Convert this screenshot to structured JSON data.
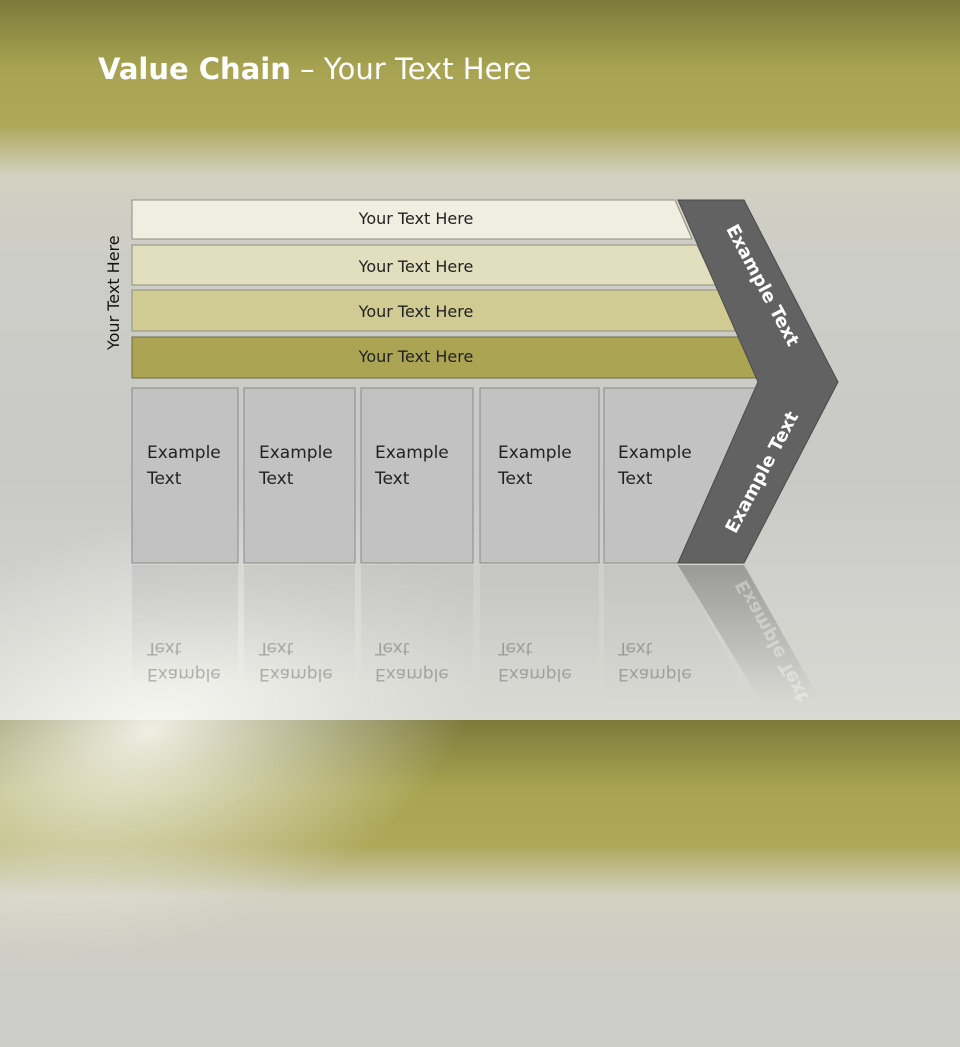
{
  "title": {
    "bold": "Value Chain",
    "rest": " – Your Text Here"
  },
  "side_label": "Your Text Here",
  "bands": [
    "Your Text Here",
    "Your Text Here",
    "Your Text Here",
    "Your Text Here"
  ],
  "boxes": [
    {
      "line1": "Example",
      "line2": "Text"
    },
    {
      "line1": "Example",
      "line2": "Text"
    },
    {
      "line1": "Example",
      "line2": "Text"
    },
    {
      "line1": "Example",
      "line2": "Text"
    },
    {
      "line1": "Example",
      "line2": "Text"
    }
  ],
  "chevron": {
    "upper": "Example Text",
    "lower": "Example Text"
  },
  "colors": {
    "band1": "#efeee0",
    "band2": "#e1dfbd",
    "band3": "#cfcb92",
    "band4": "#aba553",
    "box": "#c2c2c2",
    "chevron": "#626262"
  }
}
